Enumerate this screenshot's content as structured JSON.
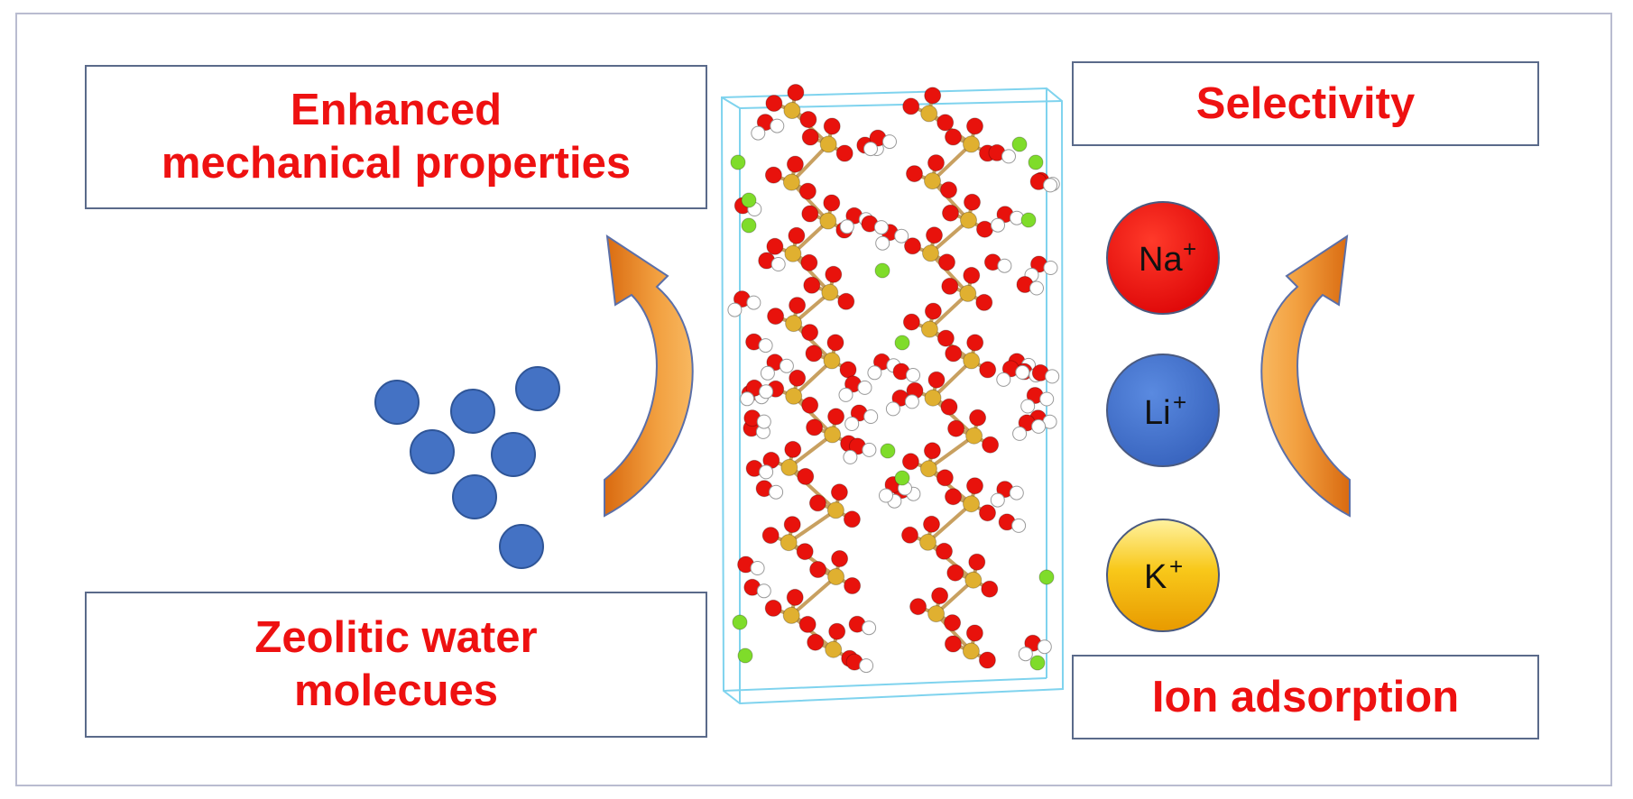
{
  "boxes": {
    "top_left": {
      "line1": "Enhanced",
      "line2": "mechanical properties"
    },
    "bottom_left": {
      "line1": "Zeolitic water",
      "line2": "molecues"
    },
    "top_right": {
      "line1": "Selectivity"
    },
    "bottom_right": {
      "line1": "Ion adsorption"
    }
  },
  "ions": [
    {
      "symbol": "Na",
      "charge": "+",
      "color": "#ee1111"
    },
    {
      "symbol": "Li",
      "charge": "+",
      "color": "#4472c4"
    },
    {
      "symbol": "K",
      "charge": "+",
      "color": "#f5b400"
    }
  ],
  "colors": {
    "text_red": "#ee1111",
    "water_blue": "#4472c4",
    "arrow_orange": "#e8862a",
    "oxygen": "#e8120c",
    "silicon": "#e0b030",
    "hydrogen": "#ffffff",
    "cation_green": "#7fdc2a",
    "cell_edge": "#7fd3ee"
  }
}
